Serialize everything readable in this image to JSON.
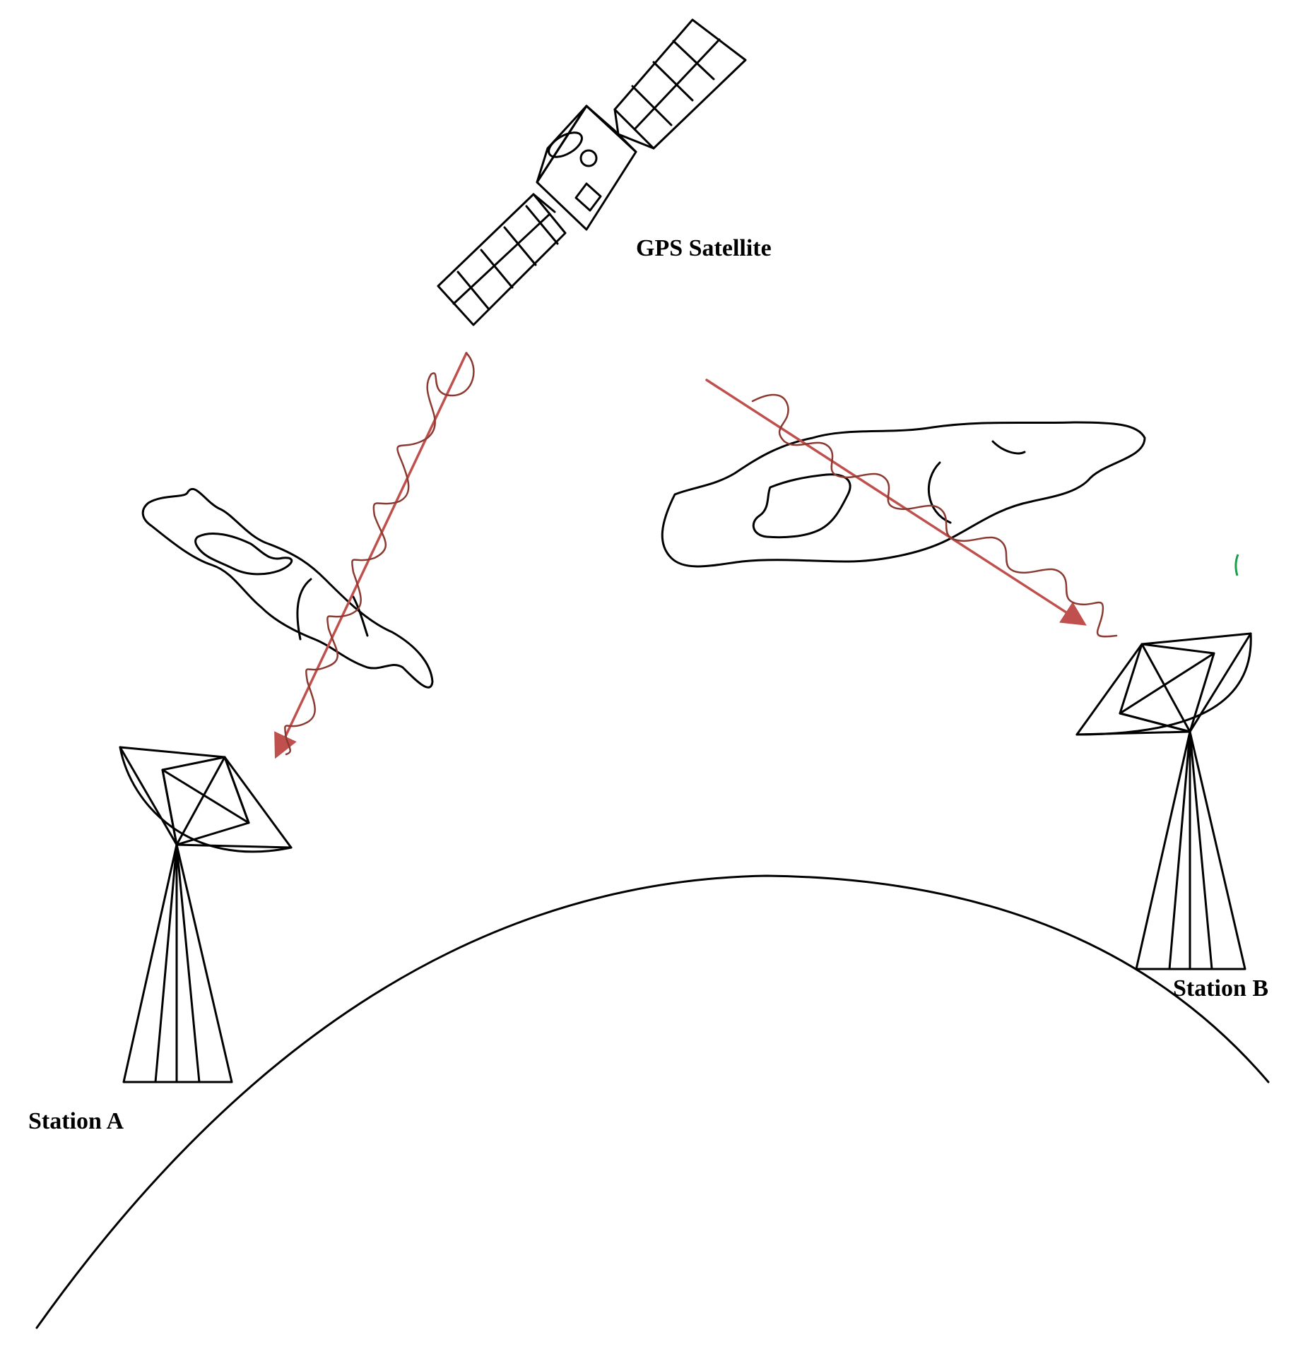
{
  "labels": {
    "satellite": "GPS Satellite",
    "station_a": "Station A",
    "station_b": "Station B"
  },
  "colors": {
    "signal_ray": "#c0504d",
    "signal_wave": "#8b3a32",
    "line_art": "#000000",
    "background": "#ffffff"
  }
}
